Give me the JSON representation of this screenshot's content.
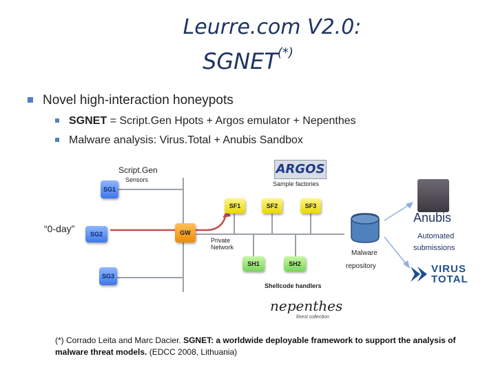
{
  "title_line1": "Leurre.com V2.0:",
  "title_line2": "SGNET",
  "title_sup": "(*)",
  "bullet_main": "Novel high-interaction honeypots",
  "sub_bullets": [
    {
      "bold": "SGNET",
      "text": " = Script.Gen Hpots + Argos emulator + Nepenthes"
    },
    {
      "bold": "",
      "text": "Malware analysis: Virus.Total + Anubis Sandbox"
    }
  ],
  "diagram": {
    "scriptgen_label": "Script.Gen",
    "sensors_label": "Sensors",
    "argos_logo": "ARGOS",
    "sample_factories_label": "Sample factories",
    "sensor_nodes": [
      "SG1",
      "SG2",
      "SG3"
    ],
    "gateway_node": "GW",
    "private_network_label": "Private\nNetwork",
    "factory_nodes": [
      "SF1",
      "SF2",
      "SF3"
    ],
    "shellcode_nodes": [
      "SH1",
      "SH2"
    ],
    "shellcode_handlers_label": "Shellcode handlers",
    "zero_day_label": "“0-day”",
    "malware_repository_label1": "Malware",
    "malware_repository_label2": "repository",
    "anubis_label": "Anubis",
    "automated_label1": "Automated",
    "automated_label2": "submissions",
    "virustotal_line1": "VIRUS",
    "virustotal_line2": "TOTAL",
    "nepenthes_logo": "nepenthes",
    "nepenthes_tagline": "finest collection"
  },
  "footnote": {
    "prefix": "(*) Corrado Leita  and Marc Dacier. ",
    "bold": "SGNET: a worldwide deployable framework to support the analysis of malware threat models.",
    "suffix": "  (EDCC 2008, Lithuania)"
  },
  "colors": {
    "title": "#1f3560",
    "bullet": "#4f81bd",
    "arrow": "#c0504d",
    "anubis_text": "#1f3560",
    "automated_text": "#1f3560"
  }
}
